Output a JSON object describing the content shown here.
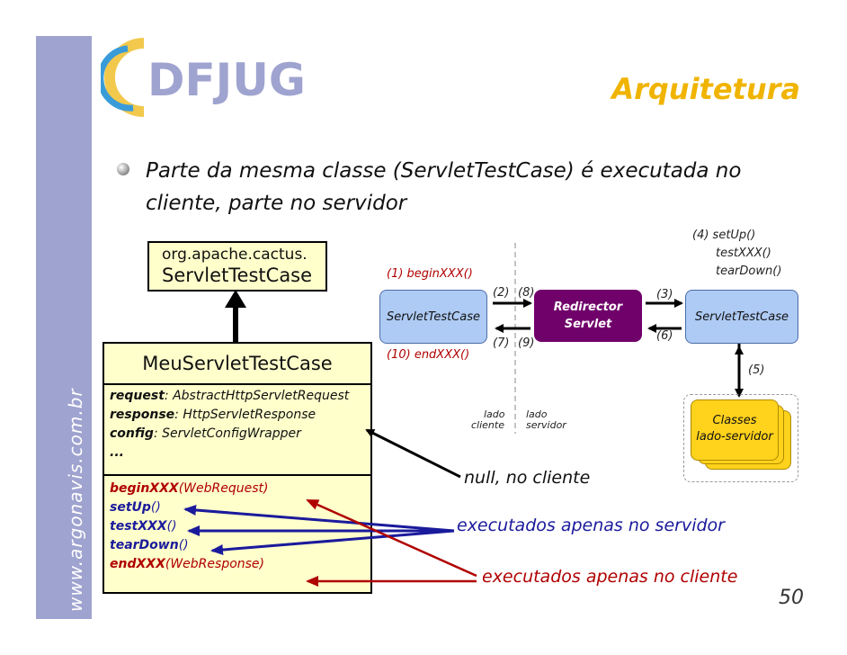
{
  "sidebar": {
    "text": "www.argonavis.com.br"
  },
  "logo": {
    "text": "DFJUG"
  },
  "slide": {
    "title": "Arquitetura",
    "bullet": "Parte da mesma classe (ServletTestCase) é executada no cliente, parte no servidor",
    "page_number": "50"
  },
  "uml": {
    "parent": {
      "line1": "org.apache.cactus.",
      "line2": "ServletTestCase"
    },
    "child": {
      "name": "MeuServletTestCase",
      "attributes": [
        {
          "name": "request",
          "type": ": AbstractHttpServletRequest"
        },
        {
          "name": "response",
          "type": ": HttpServletResponse"
        },
        {
          "name": "config",
          "type": ": ServletConfigWrapper"
        },
        {
          "name": "...",
          "type": ""
        }
      ],
      "methods": [
        {
          "name": "beginXXX",
          "params": "(WebRequest)"
        },
        {
          "name": "setUp",
          "params": "()"
        },
        {
          "name": "testXXX",
          "params": "()"
        },
        {
          "name": "tearDown",
          "params": "()"
        },
        {
          "name": "endXXX",
          "params": "(WebResponse)"
        }
      ]
    }
  },
  "flow": {
    "client_box": "ServletTestCase",
    "redirector": {
      "line1": "Redirector",
      "line2": "Servlet"
    },
    "server_box": "ServletTestCase",
    "classes": {
      "line1": "Classes",
      "line2": "lado-servidor"
    },
    "labels": {
      "l1": "(1) beginXXX()",
      "l2": "(2)",
      "l8": "(8)",
      "l3": "(3)",
      "l4a": "(4) setUp()",
      "l4b": "testXXX()",
      "l4c": "tearDown()",
      "l5": "(5)",
      "l6": "(6)",
      "l7": "(7)",
      "l9": "(9)",
      "l10": "(10) endXXX()",
      "lado_cliente_1": "lado",
      "lado_cliente_2": "cliente",
      "lado_servidor_1": "lado",
      "lado_servidor_2": "servidor"
    }
  },
  "annotations": {
    "null_client": "null, no cliente",
    "server_only": "executados apenas no servidor",
    "client_only": "executados apenas no cliente"
  },
  "colors": {
    "sidebar": "#9fa3cf",
    "title": "#f0b400",
    "class_box": "#ffffcc",
    "flow_box": "#aecbf5",
    "redirector": "#70006a",
    "classes_box": "#ffd21c",
    "blue_text": "#1a1a9c",
    "red_text": "#b00000"
  }
}
